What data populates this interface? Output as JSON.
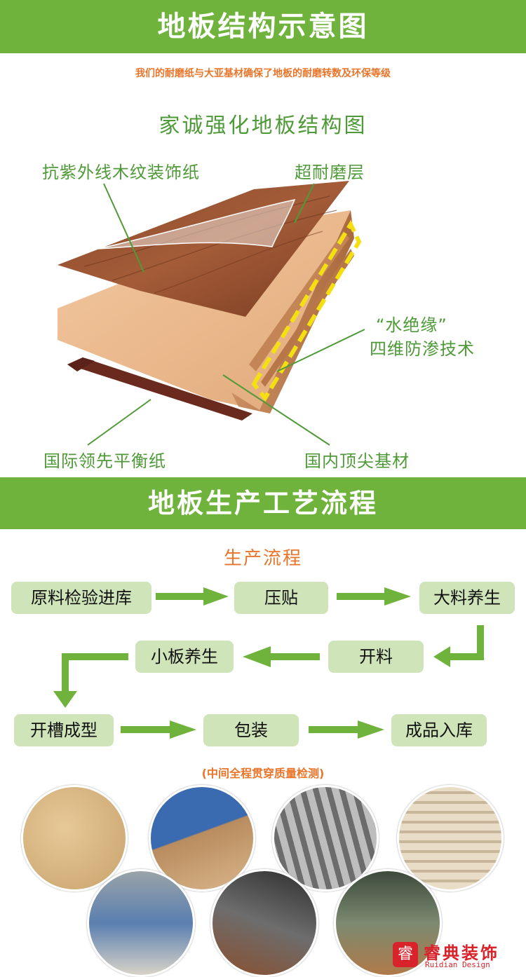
{
  "header": {
    "title": "地板结构示意图",
    "tagline": "我们的耐磨纸与大亚基材确保了地板的耐磨转数及环保等级"
  },
  "diagram": {
    "title": "家诚强化地板结构图",
    "labels": {
      "top_left": "抗紫外线木纹装饰纸",
      "top_right": "超耐磨层",
      "right_line1": "“水绝缘”",
      "right_line2": "四维防渗技术",
      "bottom_left": "国际领先平衡纸",
      "bottom_right": "国内顶尖基材"
    }
  },
  "process": {
    "banner": "地板生产工艺流程",
    "title": "生产流程",
    "steps": {
      "s1": "原料检验进库",
      "s2": "压贴",
      "s3": "大料养生",
      "s4": "开料",
      "s5": "小板养生",
      "s6": "开槽成型",
      "s7": "包装",
      "s8": "成品入库"
    },
    "note": "(中间全程贯穿质量检测)"
  },
  "logo": {
    "badge": "睿",
    "name_cn": "睿典装饰",
    "name_en": "Ruidian Design"
  },
  "colors": {
    "green_banner": "#6fb33c",
    "green_text": "#4f9a38",
    "orange_text": "#e8752a",
    "step_box": "#cfe4b8",
    "arrow": "#6fb33c",
    "brand_red": "#d8232a"
  },
  "icons": [
    "arrow-right-icon",
    "arrow-left-icon",
    "arrow-down-turn-icon"
  ]
}
